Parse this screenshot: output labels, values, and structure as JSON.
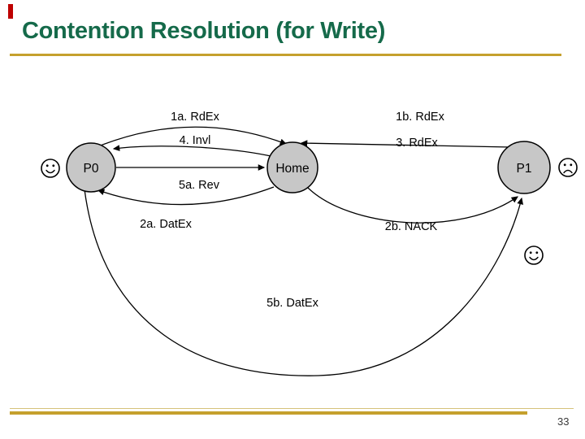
{
  "slide": {
    "title": "Contention Resolution (for Write)",
    "page_number": "33"
  },
  "colors": {
    "title_green": "#156a4a",
    "accent_gold": "#c5a02d",
    "accent_red": "#be0000",
    "node_fill": "#c7c7c7"
  },
  "diagram": {
    "nodes": [
      {
        "id": "p0",
        "label": "P0"
      },
      {
        "id": "home",
        "label": "Home"
      },
      {
        "id": "p1",
        "label": "P1"
      }
    ],
    "edges": [
      {
        "id": "1a",
        "label": "1a. RdEx",
        "from": "P0",
        "to": "Home"
      },
      {
        "id": "4",
        "label": "4. Invl",
        "from": "Home",
        "to": "P0"
      },
      {
        "id": "5a",
        "label": "5a. Rev",
        "from": "P0",
        "to": "Home"
      },
      {
        "id": "2a",
        "label": "2a. DatEx",
        "from": "Home",
        "to": "P0"
      },
      {
        "id": "1b",
        "label": "1b. RdEx",
        "from": "P1",
        "to": "Home"
      },
      {
        "id": "3",
        "label": "3. RdEx",
        "from": "P1",
        "to": "Home"
      },
      {
        "id": "2b",
        "label": "2b. NACK",
        "from": "Home",
        "to": "P1"
      },
      {
        "id": "5b",
        "label": "5b. DatEx",
        "from": "P0",
        "to": "P1"
      }
    ],
    "faces": [
      {
        "id": "face-left",
        "mood": "happy"
      },
      {
        "id": "face-right",
        "mood": "sad"
      },
      {
        "id": "face-bottom-right",
        "mood": "happy"
      }
    ]
  }
}
